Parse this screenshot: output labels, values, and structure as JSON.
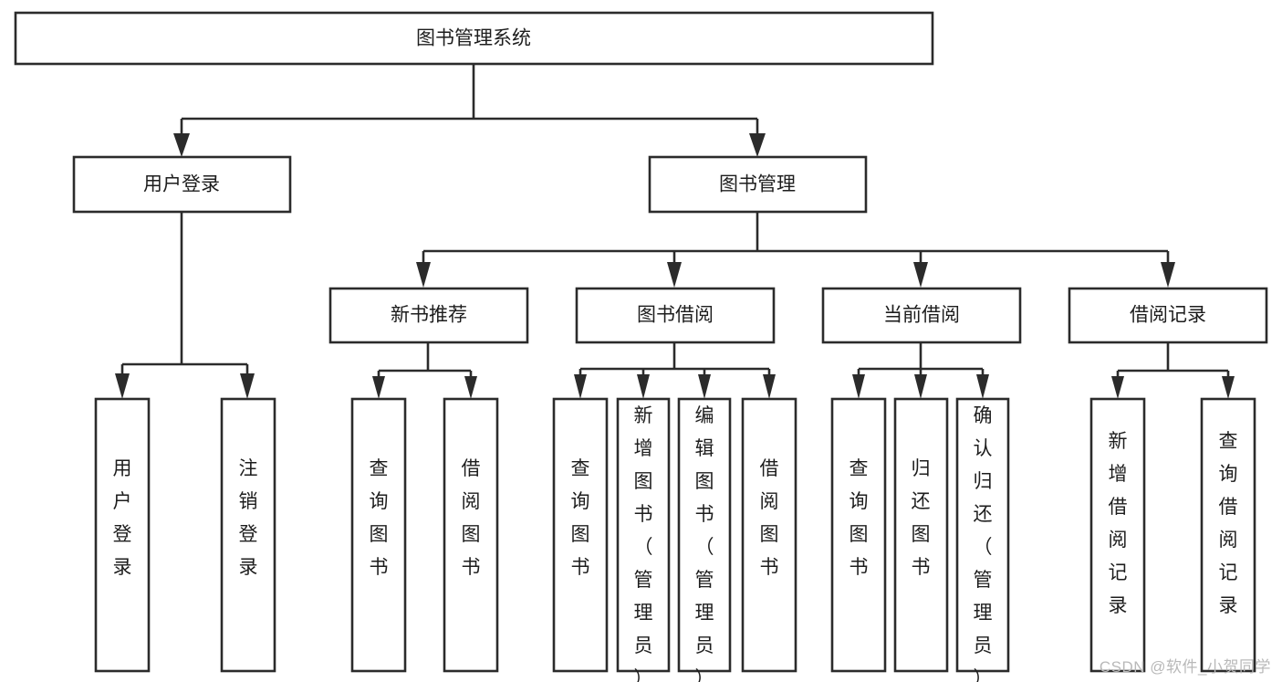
{
  "diagram": {
    "type": "tree-hierarchy-flowchart",
    "title": "图书管理系统",
    "watermark": "CSDN @软件_小贺同学",
    "colors": {
      "stroke": "#2b2b2b",
      "box_fill": "#ffffff",
      "text": "#1d1d1d",
      "background": "#ffffff",
      "watermark": "#b9b9b9"
    },
    "levels": [
      {
        "level": 0,
        "nodes": [
          {
            "id": "root",
            "label": "图书管理系统",
            "orientation": "horizontal"
          }
        ]
      },
      {
        "level": 1,
        "nodes": [
          {
            "id": "login",
            "label": "用户登录",
            "orientation": "horizontal",
            "parent": "root"
          },
          {
            "id": "bookmgmt",
            "label": "图书管理",
            "orientation": "horizontal",
            "parent": "root"
          }
        ]
      },
      {
        "level": 2,
        "nodes": [
          {
            "id": "newbook",
            "label": "新书推荐",
            "orientation": "horizontal",
            "parent": "bookmgmt"
          },
          {
            "id": "borrow",
            "label": "图书借阅",
            "orientation": "horizontal",
            "parent": "bookmgmt"
          },
          {
            "id": "current",
            "label": "当前借阅",
            "orientation": "horizontal",
            "parent": "bookmgmt"
          },
          {
            "id": "records",
            "label": "借阅记录",
            "orientation": "horizontal",
            "parent": "bookmgmt"
          }
        ]
      },
      {
        "level": 3,
        "nodes": [
          {
            "id": "leaf-1",
            "label": "用户登录",
            "orientation": "vertical",
            "parent": "login"
          },
          {
            "id": "leaf-2",
            "label": "注销登录",
            "orientation": "vertical",
            "parent": "login"
          },
          {
            "id": "leaf-3",
            "label": "查询图书",
            "orientation": "vertical",
            "parent": "newbook"
          },
          {
            "id": "leaf-4",
            "label": "借阅图书",
            "orientation": "vertical",
            "parent": "newbook"
          },
          {
            "id": "leaf-5",
            "label": "查询图书",
            "orientation": "vertical",
            "parent": "borrow"
          },
          {
            "id": "leaf-6",
            "label": "新增图书（管理员）",
            "orientation": "vertical",
            "parent": "borrow"
          },
          {
            "id": "leaf-7",
            "label": "编辑图书（管理员）",
            "orientation": "vertical",
            "parent": "borrow"
          },
          {
            "id": "leaf-8",
            "label": "借阅图书",
            "orientation": "vertical",
            "parent": "borrow"
          },
          {
            "id": "leaf-9",
            "label": "查询图书",
            "orientation": "vertical",
            "parent": "current"
          },
          {
            "id": "leaf-10",
            "label": "归还图书",
            "orientation": "vertical",
            "parent": "current"
          },
          {
            "id": "leaf-11",
            "label": "确认归还（管理员）",
            "orientation": "vertical",
            "parent": "current"
          },
          {
            "id": "leaf-12",
            "label": "新增借阅记录",
            "orientation": "vertical",
            "parent": "records"
          },
          {
            "id": "leaf-13",
            "label": "查询借阅记录",
            "orientation": "vertical",
            "parent": "records"
          }
        ]
      }
    ]
  }
}
